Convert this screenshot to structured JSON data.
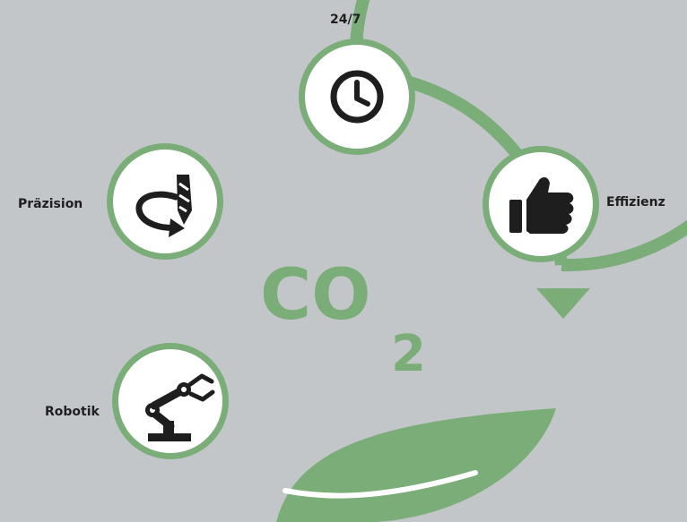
{
  "labels": {
    "around_the_clock": "24/7",
    "efficiency": "Effizienz",
    "precision": "Präzision",
    "robotics": "Robotik"
  },
  "center": {
    "formula_main": "CO",
    "formula_subscript": "2"
  },
  "icons": {
    "top": "clock-icon",
    "right": "thumbs-up-icon",
    "left": "drill-rotation-icon",
    "bottom_left": "robot-arm-icon",
    "bottom": "leaf-icon",
    "arrow": "arrow-down-icon"
  },
  "colors": {
    "background": "#c3c6c8",
    "accent_green": "#7aad78",
    "icon_dark": "#1e1e1e",
    "node_fill": "#ffffff",
    "label_text": "#1f1f1f"
  }
}
